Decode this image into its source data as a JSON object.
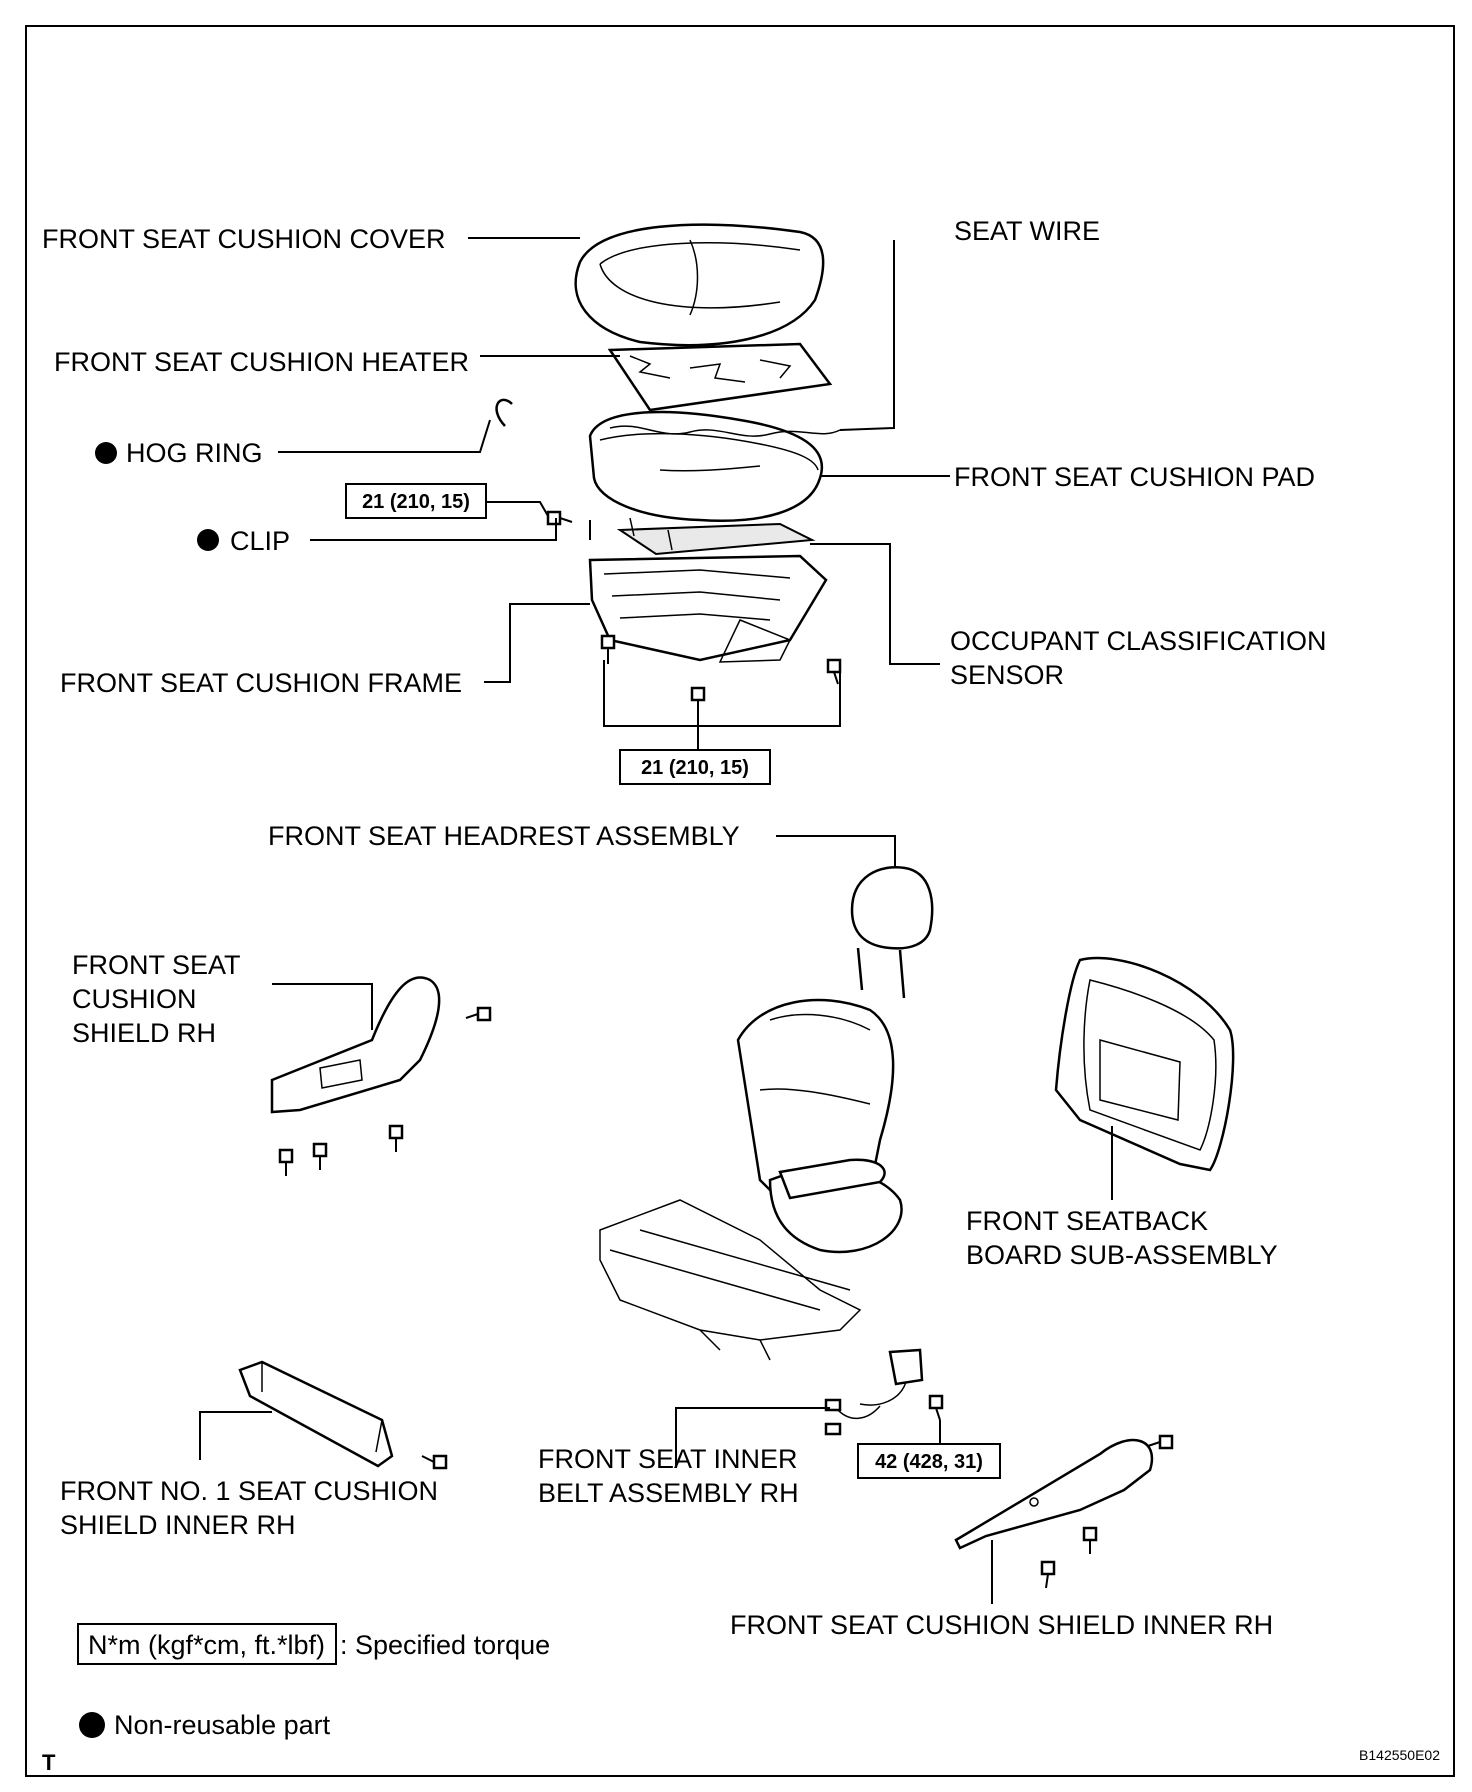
{
  "labels": {
    "front_seat_cushion_cover": "FRONT SEAT CUSHION COVER",
    "front_seat_cushion_heater": "FRONT SEAT CUSHION HEATER",
    "hog_ring": "HOG RING",
    "clip": "CLIP",
    "front_seat_cushion_frame": "FRONT SEAT CUSHION FRAME",
    "seat_wire": "SEAT WIRE",
    "front_seat_cushion_pad": "FRONT SEAT CUSHION PAD",
    "occupant_classification_sensor_line1": "OCCUPANT CLASSIFICATION",
    "occupant_classification_sensor_line2": "SENSOR",
    "front_seat_headrest_assembly": "FRONT SEAT HEADREST ASSEMBLY",
    "front_seat_cushion_shield_rh_line1": "FRONT SEAT",
    "front_seat_cushion_shield_rh_line2": "CUSHION",
    "front_seat_cushion_shield_rh_line3": "SHIELD RH",
    "front_seatback_board_line1": "FRONT SEATBACK",
    "front_seatback_board_line2": "BOARD SUB-ASSEMBLY",
    "front_no1_shield_inner_line1": "FRONT NO. 1 SEAT CUSHION",
    "front_no1_shield_inner_line2": "SHIELD INNER RH",
    "front_seat_inner_belt_line1": "FRONT SEAT INNER",
    "front_seat_inner_belt_line2": "BELT ASSEMBLY RH",
    "front_seat_cushion_shield_inner_rh": "FRONT SEAT CUSHION SHIELD INNER RH"
  },
  "torques": {
    "upper_bolt": "21 (210, 15)",
    "frame_bolts": "21 (210, 15)",
    "belt_bolt": "42 (428, 31)"
  },
  "legend": {
    "torque_box": "N*m (kgf*cm, ft.*lbf)",
    "torque_text": ": Specified torque",
    "nonreusable_text": "Non-reusable part"
  },
  "corner": {
    "left_mark": "T",
    "figure_code": "B142550E02"
  }
}
